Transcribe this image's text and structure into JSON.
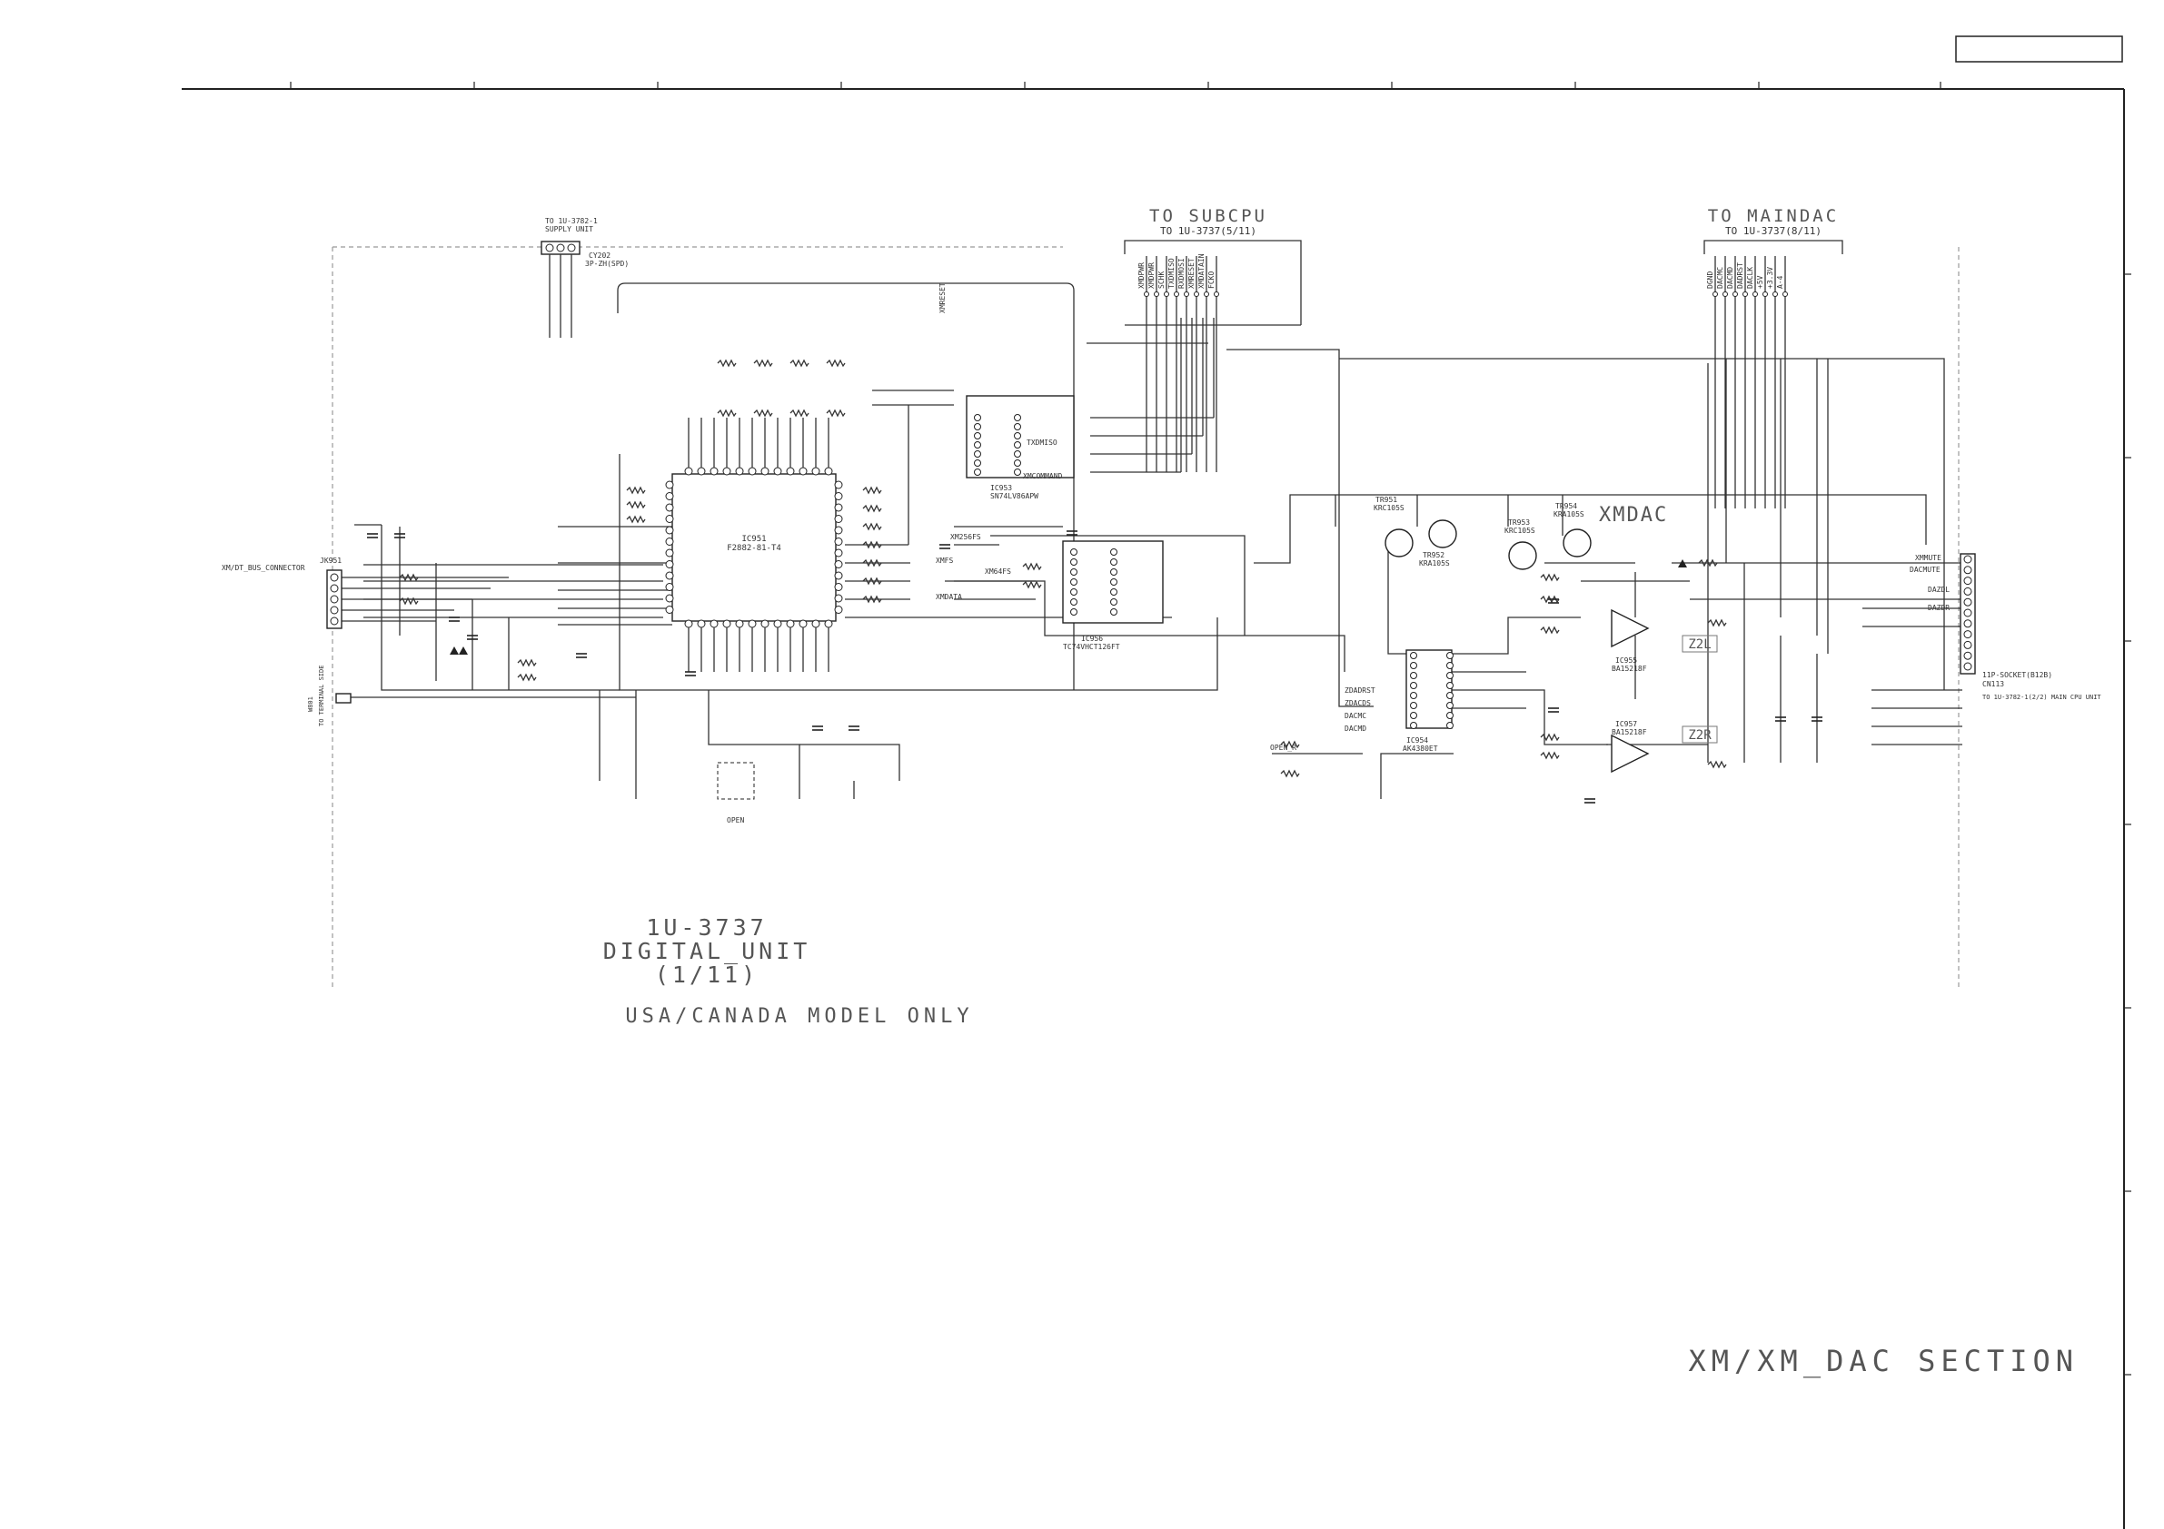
{
  "title_box": "",
  "ruler": {
    "ticks": 10
  },
  "blocks": {
    "to_subcpu": {
      "title": "TO SUBCPU",
      "sub": "TO 1U-3737(5/11)",
      "signals": [
        "XMDPWR",
        "XMDPWR",
        "SCHK",
        "TXDMISO",
        "RXDMOSI",
        "XMRESET",
        "XMDATAIN",
        "FCKO"
      ]
    },
    "to_maindac": {
      "title": "TO MAINDAC",
      "sub": "TO 1U-3737(8/11)",
      "signals": [
        "DGND",
        "DACMC",
        "DACMD",
        "DADRST",
        "DACLK",
        "+5V",
        "+3.3V",
        "A-4"
      ]
    },
    "supply": {
      "title": "TO 1U-3782-1",
      "sub": "SUPPLY UNIT",
      "ref": "CY202",
      "pins": "3P-ZH(SPD)"
    },
    "connector_left": {
      "ref": "JK951",
      "name": "XM/DT_BUS_CONNECTOR"
    },
    "terminal_left": {
      "ref": "W801",
      "name": "TO TERMINAL SIDE"
    },
    "connector_right": {
      "ref": "CN113",
      "name": "11P-SOCKET(B12B)",
      "sub": "TO 1U-3782-1(2/2) MAIN CPU UNIT"
    }
  },
  "ics": [
    {
      "ref": "IC951",
      "part": "F2882-81-T4"
    },
    {
      "ref": "IC953",
      "part": "SN74LV86APW"
    },
    {
      "ref": "IC956",
      "part": "TC74VHCT126FT"
    },
    {
      "ref": "IC954",
      "part": "AK4380ET"
    },
    {
      "ref": "IC955",
      "part": "BA15218F"
    },
    {
      "ref": "IC957",
      "part": "BA15218F"
    }
  ],
  "transistors": [
    {
      "ref": "TR951",
      "part": "KRC105S"
    },
    {
      "ref": "TR952",
      "part": "KRA105S"
    },
    {
      "ref": "TR953",
      "part": "KRC105S"
    },
    {
      "ref": "TR954",
      "part": "KRA105S"
    }
  ],
  "net_labels": [
    "XMRESET",
    "XM256FS",
    "XMFS",
    "XM64FS",
    "XMDATA",
    "XMCOMMAND",
    "TXDMISO",
    "RXDMOSI",
    "ZDADRST",
    "ZDACDS",
    "DACMC",
    "DACMD",
    "XMMUTE",
    "DACMUTE",
    "DAZDL",
    "DAZDR",
    "+5V",
    "+3.3V",
    "OPEN",
    "OPEN_R"
  ],
  "section_tags": {
    "xmdac": "XMDAC",
    "z2l": "Z2L",
    "z2r": "Z2R"
  },
  "unit_label": {
    "line1": "1U-3737",
    "line2": "DIGITAL_UNIT",
    "line3": "(1/11)"
  },
  "model_note": "USA/CANADA MODEL ONLY",
  "section_title": "XM/XM_DAC SECTION"
}
